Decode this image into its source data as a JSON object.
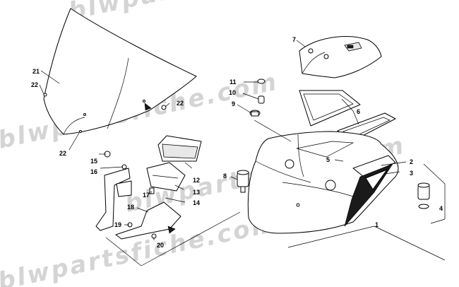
{
  "watermark": "blwpartsfiche.com",
  "callouts": [
    {
      "id": "c1",
      "text": "1"
    },
    {
      "id": "c2",
      "text": "2"
    },
    {
      "id": "c3",
      "text": "3"
    },
    {
      "id": "c4",
      "text": "4"
    },
    {
      "id": "c5",
      "text": "5"
    },
    {
      "id": "c6",
      "text": "6"
    },
    {
      "id": "c7",
      "text": "7"
    },
    {
      "id": "c8",
      "text": "8"
    },
    {
      "id": "c9",
      "text": "9"
    },
    {
      "id": "c10",
      "text": "10"
    },
    {
      "id": "c11",
      "text": "11"
    },
    {
      "id": "c12",
      "text": "12"
    },
    {
      "id": "c13",
      "text": "13"
    },
    {
      "id": "c14",
      "text": "14"
    },
    {
      "id": "c15",
      "text": "15"
    },
    {
      "id": "c16",
      "text": "16"
    },
    {
      "id": "c17",
      "text": "17"
    },
    {
      "id": "c18",
      "text": "18"
    },
    {
      "id": "c19",
      "text": "19"
    },
    {
      "id": "c20",
      "text": "20"
    },
    {
      "id": "c21",
      "text": "21"
    },
    {
      "id": "c22a",
      "text": "22"
    },
    {
      "id": "c22b",
      "text": "22"
    },
    {
      "id": "c22c",
      "text": "22"
    }
  ]
}
